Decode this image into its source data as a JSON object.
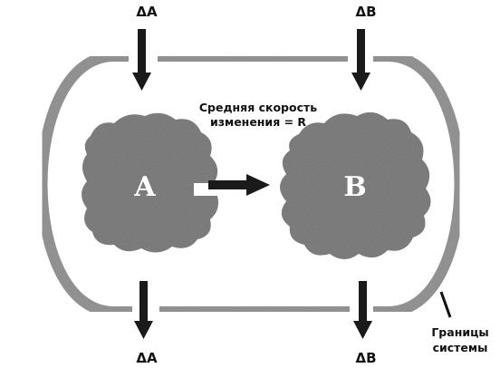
{
  "labels": {
    "delta_a_top": "ΔA",
    "delta_b_top": "ΔB",
    "delta_a_bottom": "ΔA",
    "delta_b_bottom": "ΔB",
    "node_a": "A",
    "node_b": "B",
    "rate_line1": "Средняя скорость",
    "rate_line2": "изменения = R",
    "boundary_line1": "Границы",
    "boundary_line2": "системы"
  },
  "colors": {
    "boundary": "#8c8c8c",
    "blob": "#6e6e6e",
    "arrow": "#1a1a1a",
    "text": "#111111"
  }
}
